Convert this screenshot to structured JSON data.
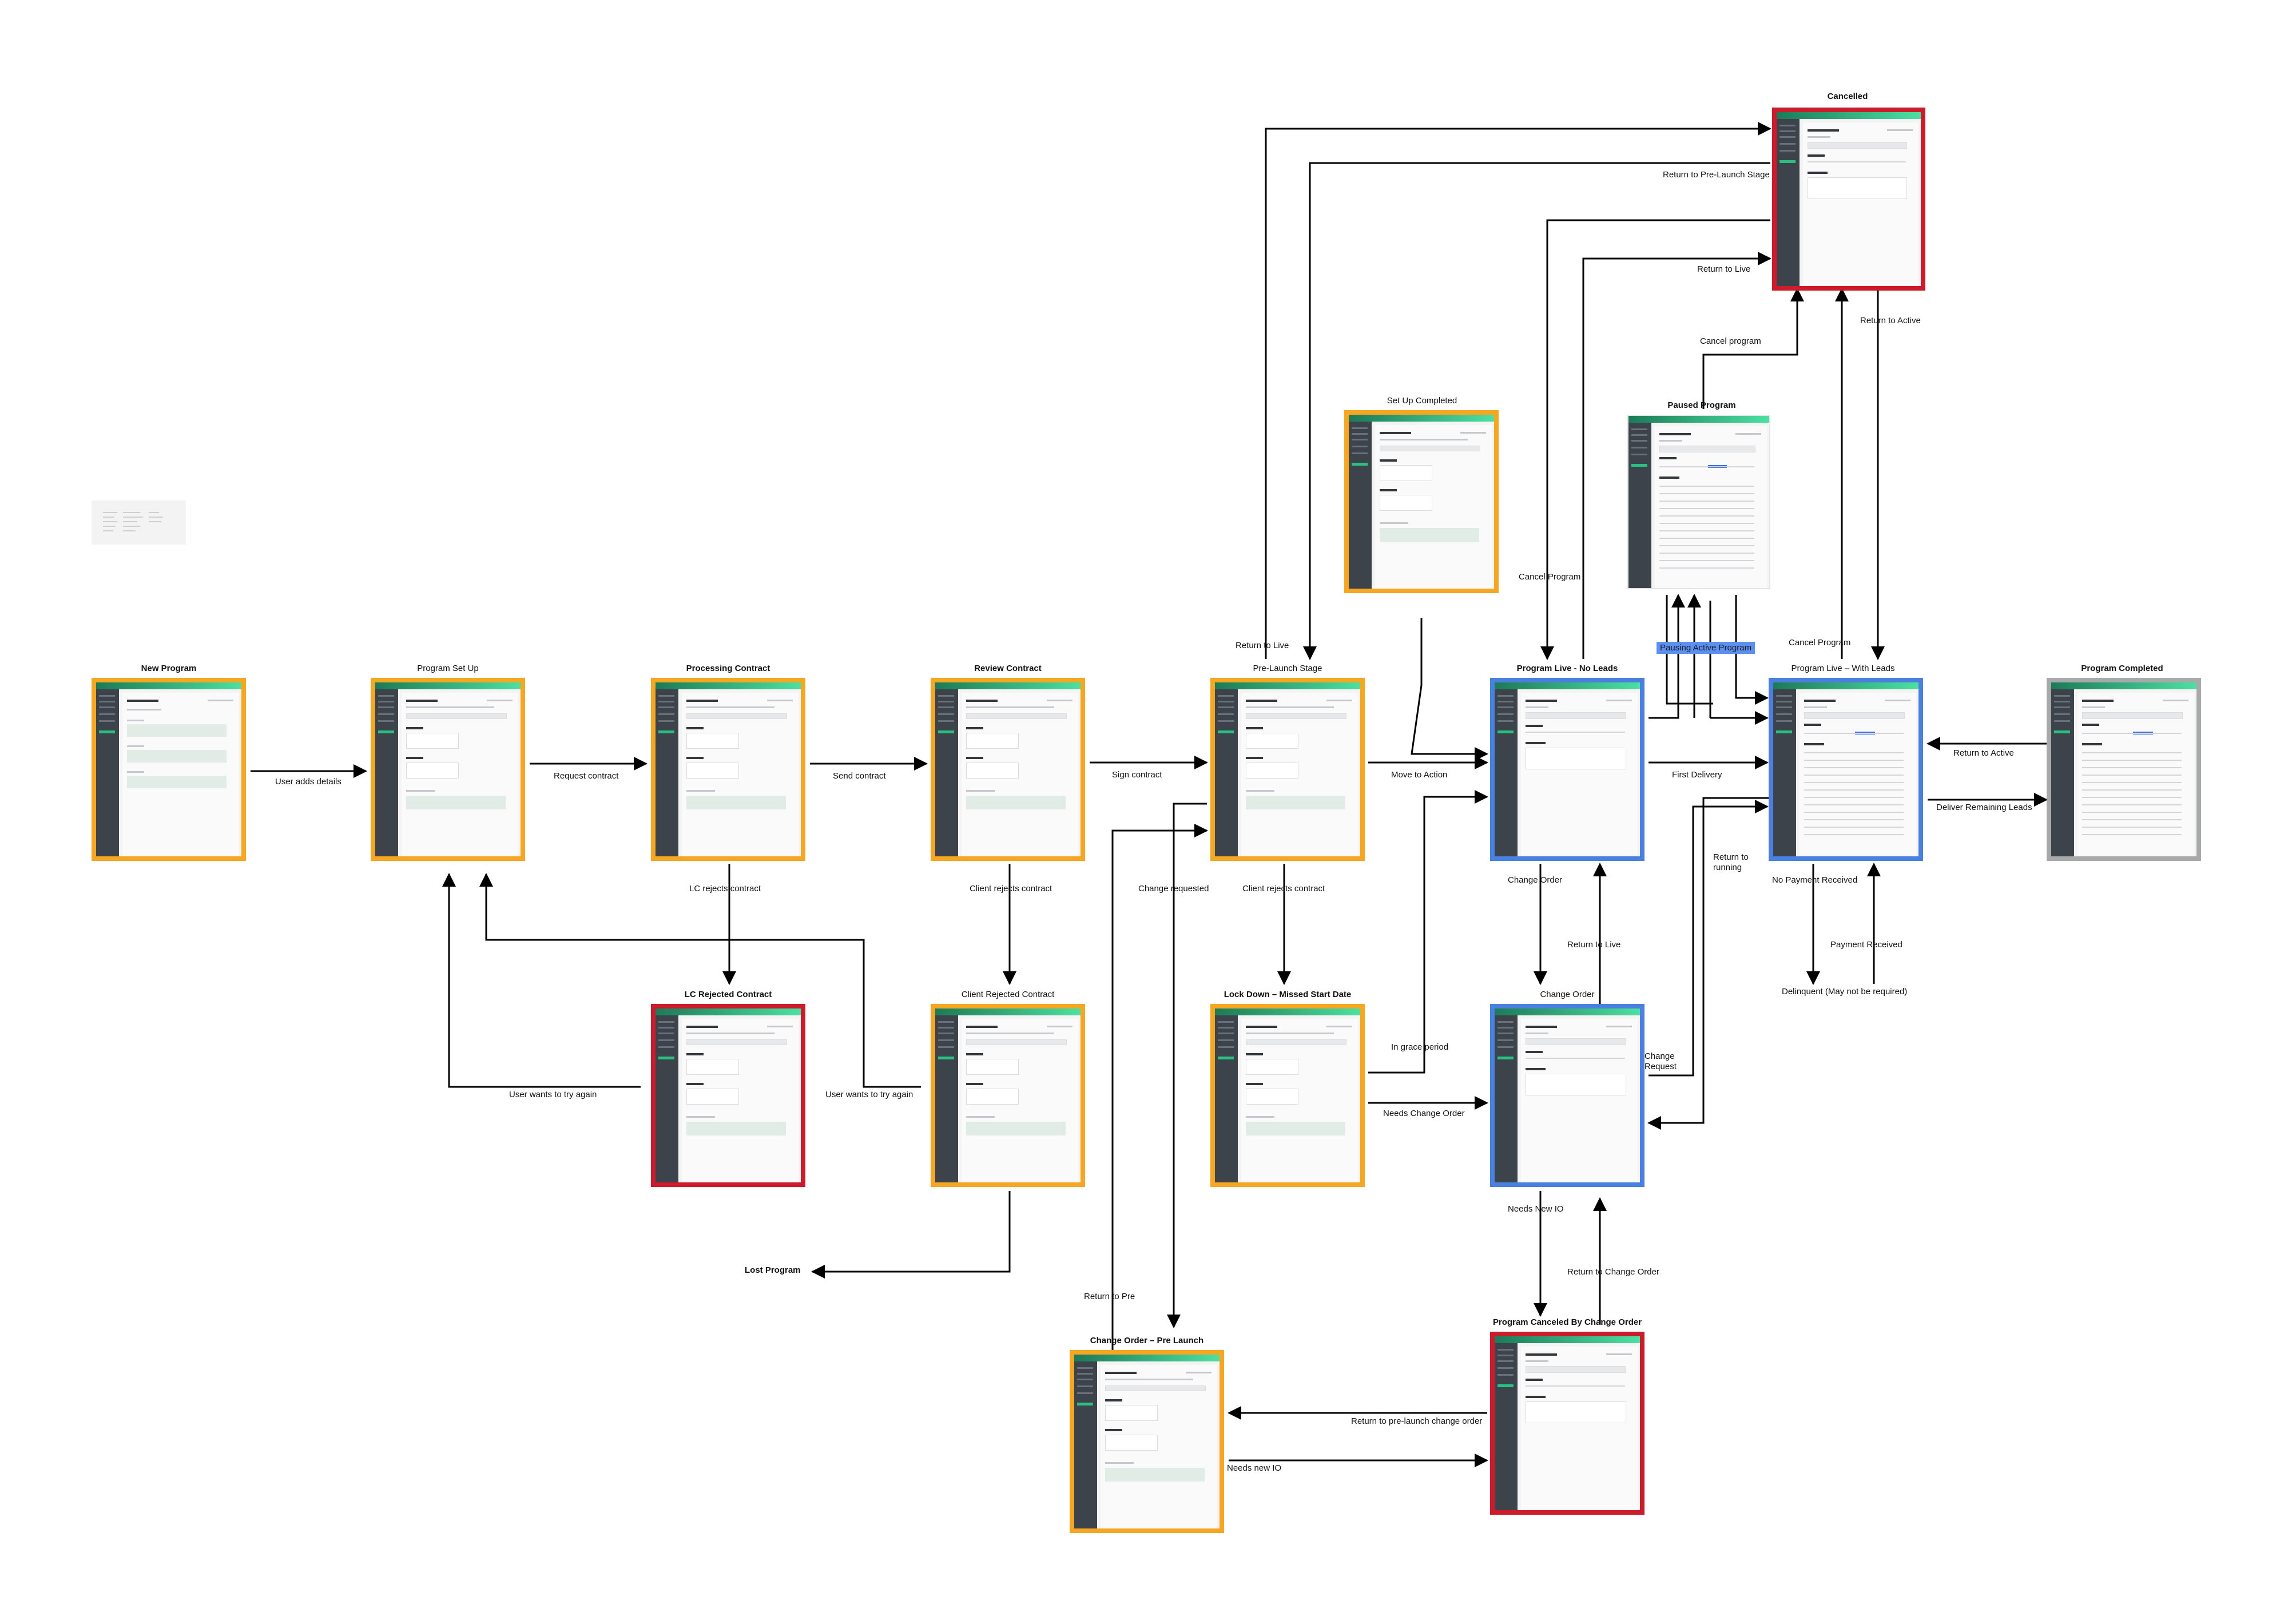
{
  "nodes": [
    {
      "id": "new-program",
      "title": "New Program",
      "bold": true,
      "color": "orange",
      "variant": "empty"
    },
    {
      "id": "program-set-up",
      "title": "Program Set Up",
      "bold": false,
      "color": "orange",
      "variant": "setup"
    },
    {
      "id": "processing-contract",
      "title": "Processing Contract",
      "bold": true,
      "color": "orange",
      "variant": "setup"
    },
    {
      "id": "review-contract",
      "title": "Review Contract",
      "bold": true,
      "color": "orange",
      "variant": "setup"
    },
    {
      "id": "pre-launch-stage",
      "title": "Pre-Launch Stage",
      "bold": false,
      "color": "orange",
      "variant": "setup"
    },
    {
      "id": "lc-rejected-contract",
      "title": "LC Rejected Contract",
      "bold": true,
      "color": "red",
      "variant": "setup"
    },
    {
      "id": "client-rejected-contract",
      "title": "Client Rejected Contract",
      "bold": false,
      "color": "orange",
      "variant": "setup"
    },
    {
      "id": "lock-down",
      "title": "Lock Down – Missed Start Date",
      "bold": true,
      "color": "orange",
      "variant": "setup"
    },
    {
      "id": "set-up-completed",
      "title": "Set Up Completed",
      "bold": false,
      "color": "orange",
      "variant": "setup"
    },
    {
      "id": "program-live-no-leads",
      "title": "Program Live - No Leads",
      "bold": true,
      "color": "blue",
      "variant": "live"
    },
    {
      "id": "change-order",
      "title": "Change Order",
      "bold": false,
      "color": "blue",
      "variant": "live"
    },
    {
      "id": "program-canceled-by-change-order",
      "title": "Program Canceled By Change Order",
      "bold": true,
      "color": "red",
      "variant": "live"
    },
    {
      "id": "change-order-pre-launch",
      "title": "Change Order – Pre Launch",
      "bold": true,
      "color": "orange",
      "variant": "setup"
    },
    {
      "id": "paused-program",
      "title": "Paused Program",
      "bold": true,
      "color": "plain",
      "variant": "table"
    },
    {
      "id": "cancelled",
      "title": "Cancelled",
      "bold": true,
      "color": "red",
      "variant": "live"
    },
    {
      "id": "program-live-with-leads",
      "title": "Program Live – With Leads",
      "bold": false,
      "color": "blue",
      "variant": "table"
    },
    {
      "id": "program-completed",
      "title": "Program Completed",
      "bold": true,
      "color": "gray",
      "variant": "table"
    }
  ],
  "lost_program": {
    "label": "Lost Program"
  },
  "pausing_badge": {
    "label": "Pausing Active Program"
  },
  "edges": [
    {
      "id": "user-adds-details",
      "label": "User adds details"
    },
    {
      "id": "request-contract",
      "label": "Request contract"
    },
    {
      "id": "send-contract",
      "label": "Send contract"
    },
    {
      "id": "sign-contract",
      "label": "Sign contract"
    },
    {
      "id": "move-to-action",
      "label": "Move to Action"
    },
    {
      "id": "first-delivery",
      "label": "First Delivery"
    },
    {
      "id": "deliver-remaining-leads",
      "label": "Deliver Remaining Leads"
    },
    {
      "id": "return-to-active-completed",
      "label": "Return to Active"
    },
    {
      "id": "lc-rejects-contract",
      "label": "LC rejects contract"
    },
    {
      "id": "client-rejects-contract-review",
      "label": "Client rejects contract"
    },
    {
      "id": "change-requested",
      "label": "Change requested"
    },
    {
      "id": "client-rejects-contract-prelaunch",
      "label": "Client rejects contract"
    },
    {
      "id": "user-wants-to-try-again-lc",
      "label": "User wants to try again"
    },
    {
      "id": "user-wants-to-try-again-client",
      "label": "User wants to try again"
    },
    {
      "id": "in-grace-period",
      "label": "In grace period"
    },
    {
      "id": "needs-change-order",
      "label": "Needs Change Order"
    },
    {
      "id": "change-order-down",
      "label": "Change Order"
    },
    {
      "id": "return-to-live-from-change",
      "label": "Return to Live"
    },
    {
      "id": "change-request",
      "label": "Change Request"
    },
    {
      "id": "return-to-running",
      "label": "Return to running"
    },
    {
      "id": "needs-new-io",
      "label": "Needs New IO"
    },
    {
      "id": "return-to-change-order",
      "label": "Return to Change Order"
    },
    {
      "id": "return-to-pre-launch-change-order",
      "label": "Return to pre-launch change order"
    },
    {
      "id": "needs-new-io-lower",
      "label": "Needs new IO"
    },
    {
      "id": "return-to-pre",
      "label": "Return to Pre"
    },
    {
      "id": "no-payment-received",
      "label": "No Payment Received"
    },
    {
      "id": "payment-received",
      "label": "Payment Received"
    },
    {
      "id": "delinquent",
      "label": "Delinquent (May not be required)"
    },
    {
      "id": "cancel-program-live",
      "label": "Cancel Program"
    },
    {
      "id": "cancel-program-leads",
      "label": "Cancel Program"
    },
    {
      "id": "cancel-program-paused",
      "label": "Cancel program"
    },
    {
      "id": "return-to-live-cancelled",
      "label": "Return to Live"
    },
    {
      "id": "return-to-active-cancelled",
      "label": "Return to Active"
    },
    {
      "id": "return-to-pre-launch-stage",
      "label": "Return to Pre-Launch Stage"
    },
    {
      "id": "return-to-live-prelaunch",
      "label": "Return to Live"
    }
  ]
}
